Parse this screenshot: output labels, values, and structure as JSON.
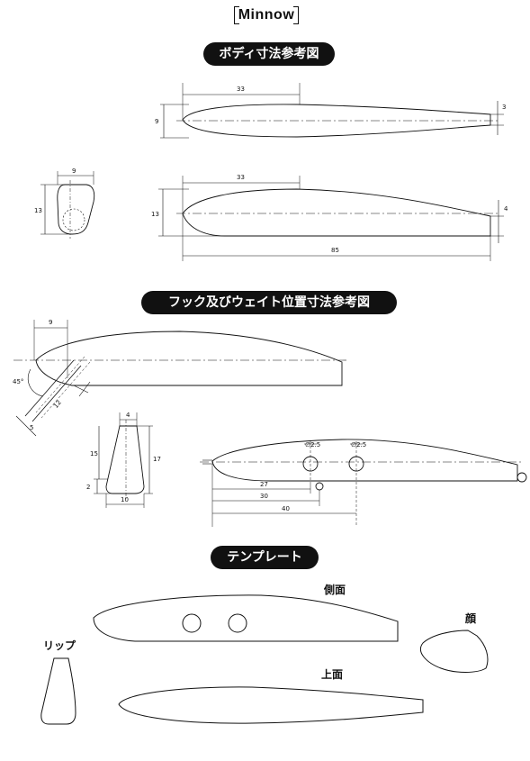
{
  "title": "Minnow",
  "sections": {
    "body": "ボディ寸法参考図",
    "hook": "フック及びウェイト位置寸法参考図",
    "template": "テンプレート"
  },
  "labels": {
    "side": "側面",
    "face": "顔",
    "lip": "リップ",
    "top": "上面"
  },
  "dims": {
    "d33a": "33",
    "d9a": "9",
    "d3": "3",
    "d9b": "9",
    "d13a": "13",
    "d33b": "33",
    "d13b": "13",
    "d4a": "4",
    "d85": "85",
    "d9c": "9",
    "d45": "45°",
    "d12": "12",
    "d5a": "5",
    "d4b": "4",
    "d15": "15",
    "d17": "17",
    "d2": "2",
    "d10": "10",
    "d25a": "∅2.5",
    "d25b": "∅2.5",
    "d27": "27",
    "d30": "30",
    "d40": "40"
  }
}
